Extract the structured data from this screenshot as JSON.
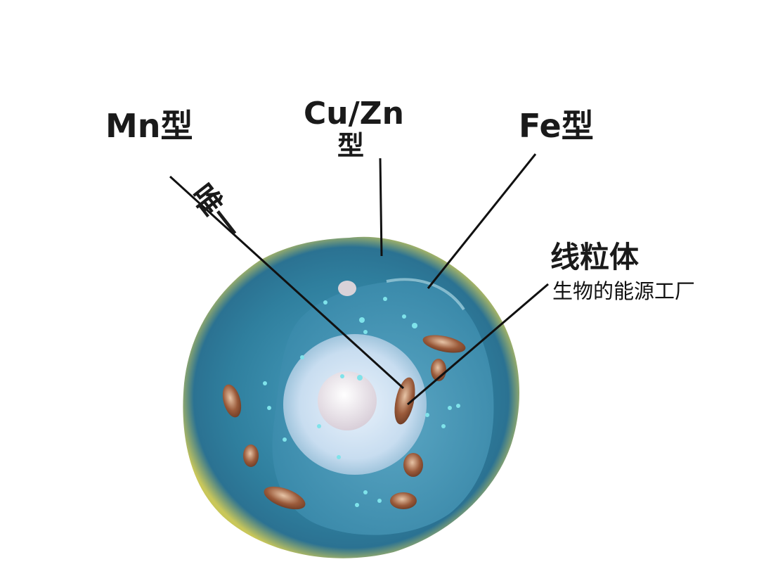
{
  "labels": {
    "mn_type": "Mn型",
    "cuzn_type_line1": "Cu/Zn",
    "cuzn_type_line2": "型",
    "fe_type": "Fe型",
    "unique": "唯一",
    "mitochondria": "线粒体",
    "mitochondria_sub": "生物的能源工厂"
  },
  "colors": {
    "cell_outer": "#2f7f9e",
    "cell_rim": "#c9c75a",
    "cytoplasm": "#3f92b0",
    "nucleus": "#d6e8f6",
    "nucleolus": "#f2eef3",
    "mitochondria": "#9a5a3a",
    "granules": "#7fe3ea",
    "leader_line": "#111111"
  },
  "icons": {
    "cell": "cell-illustration"
  }
}
